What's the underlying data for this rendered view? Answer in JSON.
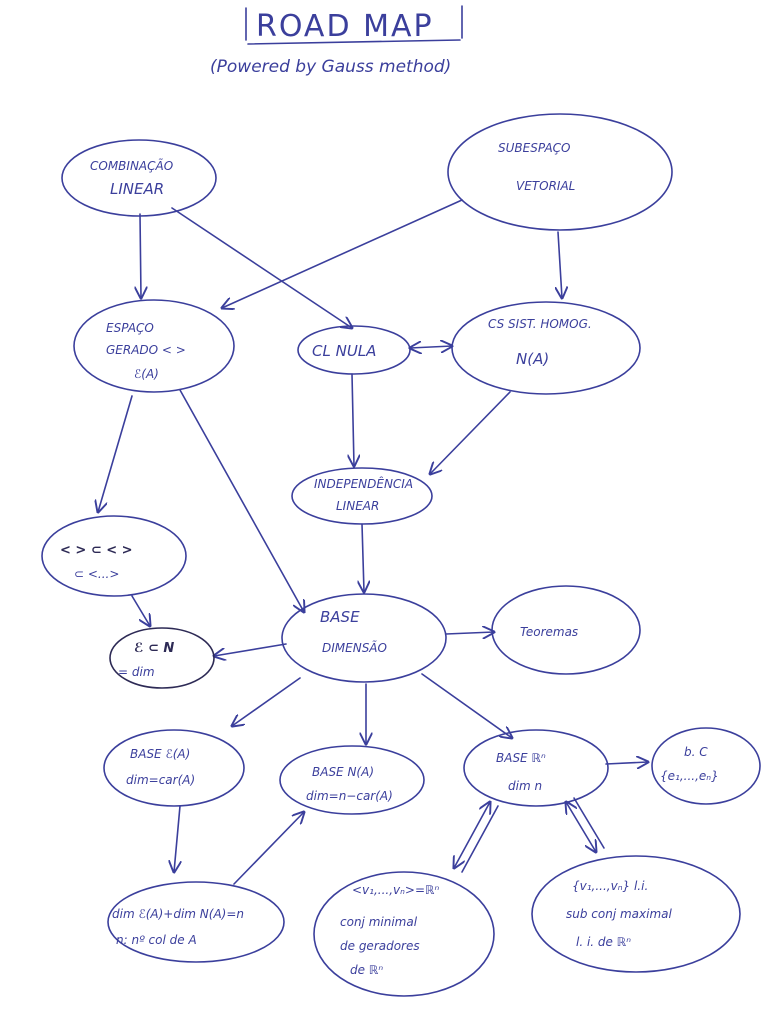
{
  "title": "ROAD MAP",
  "subtitle": "(Powered by Gauss method)",
  "colors": {
    "ink": "#3b3f9c",
    "dark_ink": "#2d2a55",
    "paper": "#ffffff"
  },
  "nodes": {
    "combinacao_linear": {
      "line1": "COMBINAÇÃO",
      "line2": "LINEAR"
    },
    "subespaco_vetorial": {
      "line1": "SUBESPAÇO",
      "line2": "VETORIAL"
    },
    "espaco_gerado": {
      "line1": "ESPAÇO",
      "line2": "GERADO < >",
      "line3": "ℰ(A)"
    },
    "cl_nula": {
      "line1": "CL NULA"
    },
    "cs_sist_homog": {
      "line1": "CS SIST. HOMOG.",
      "line2": "N(A)"
    },
    "independencia_linear": {
      "line1": "INDEPENDÊNCIA",
      "line2": "LINEAR"
    },
    "sub_espaco_gerado": {
      "line1": "< > ⊂ < >",
      "line2": "⊂ <...>"
    },
    "dim_node": {
      "line1": "ℰ ⊂ N",
      "line2": "= dim"
    },
    "base_dimensao": {
      "line1": "BASE",
      "line2": "DIMENSÃO"
    },
    "teoremas": {
      "line1": "Teoremas"
    },
    "base_e_a": {
      "line1": "BASE ℰ(A)",
      "line2": "dim=car(A)"
    },
    "base_n_a": {
      "line1": "BASE N(A)",
      "line2": "dim=n−car(A)"
    },
    "base_rn": {
      "line1": "BASE ℝⁿ",
      "line2": "dim n"
    },
    "bc": {
      "line1": "b. C",
      "line2": "{e₁,...,eₙ}"
    },
    "dim_sum": {
      "line1": "dim ℰ(A)+dim N(A)=n",
      "line2": "n: nº col de A"
    },
    "conj_minimal": {
      "line1": "<v₁,...,vₙ>=ℝⁿ",
      "line2": "conj minimal",
      "line3": "de geradores",
      "line4": "de ℝⁿ"
    },
    "conj_maximal": {
      "line1": "{v₁,...,vₙ} l.i.",
      "line2": "sub conj maximal",
      "line3": "l. i. de ℝⁿ"
    }
  }
}
